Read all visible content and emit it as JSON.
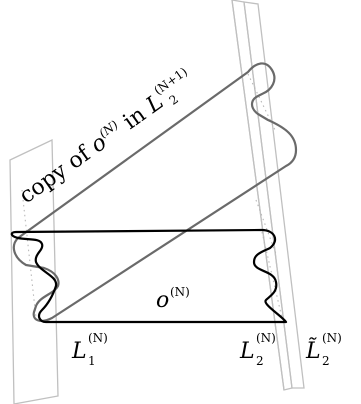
{
  "diagram": {
    "labels": {
      "copy_prefix": "copy of ",
      "copy_o": "o",
      "copy_o_sup": "(N)",
      "copy_in": " in ",
      "copy_L": "L",
      "copy_L_sub": "2",
      "copy_L_sup": "(N+1)",
      "o_base": "o",
      "o_sup": "(N)",
      "L1_base": "L",
      "L1_sub": "1",
      "L1_sup": "(N)",
      "L2_base": "L",
      "L2_sub": "2",
      "L2_sup": "(N)",
      "L2t_base": "L̃",
      "L2t_sub": "2",
      "L2t_sup": "(N)"
    },
    "colors": {
      "plane_outline": "#c0c0c0",
      "loop_original": "#000000",
      "loop_copy": "#6a6a6a"
    }
  }
}
